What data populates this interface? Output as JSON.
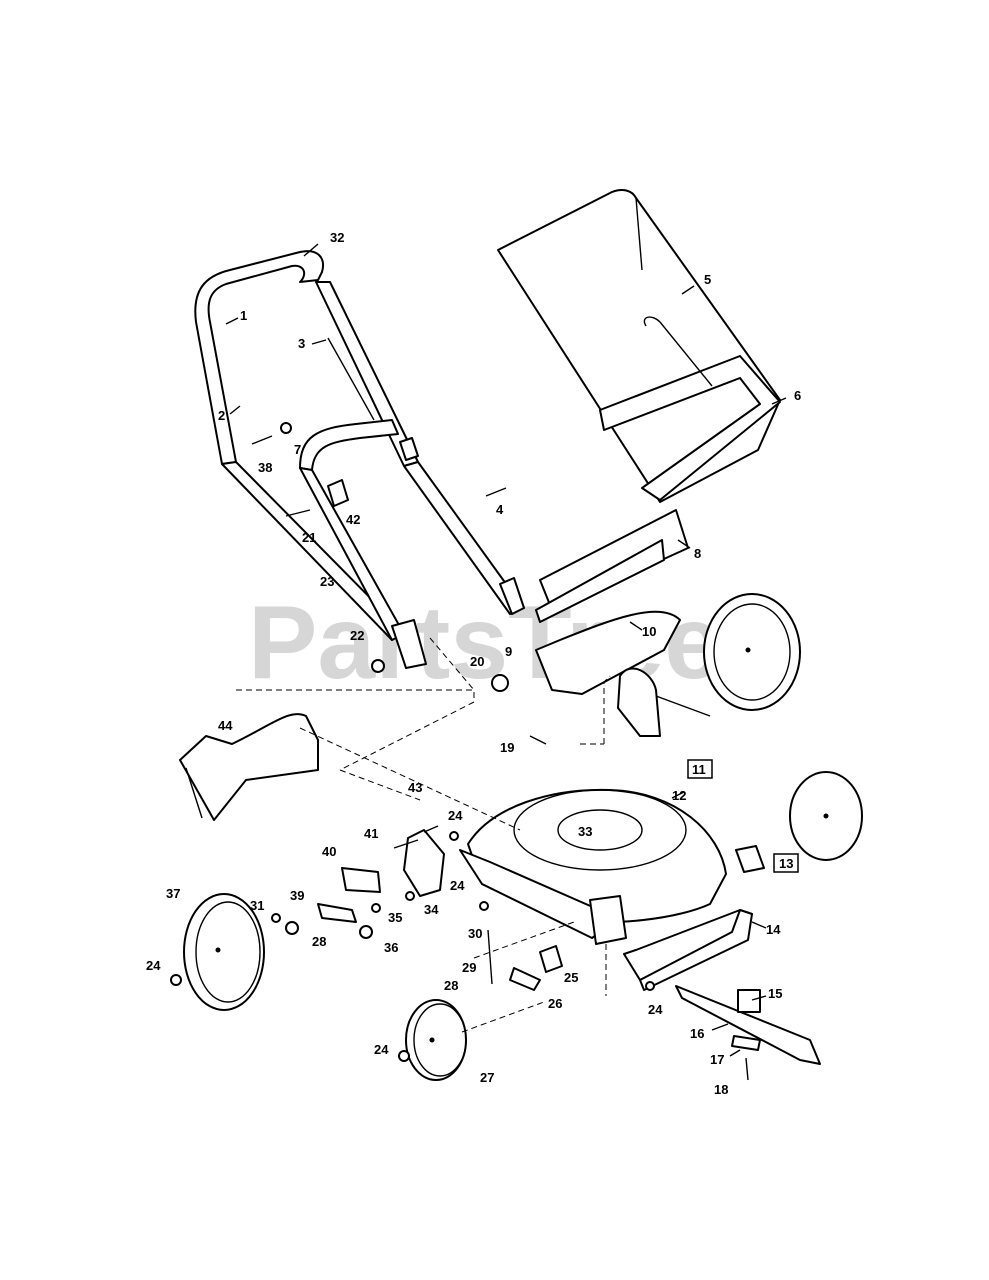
{
  "watermark": "PartsTree",
  "callouts": [
    "1",
    "2",
    "3",
    "4",
    "5",
    "6",
    "7",
    "8",
    "9",
    "10",
    "11",
    "12",
    "13",
    "14",
    "15",
    "16",
    "17",
    "18",
    "19",
    "20",
    "21",
    "22",
    "23",
    "24",
    "25",
    "26",
    "27",
    "28",
    "29",
    "30",
    "31",
    "32",
    "33",
    "34",
    "35",
    "36",
    "37",
    "38",
    "39",
    "40",
    "41",
    "42",
    "43",
    "44"
  ],
  "boxed_callouts": [
    "11",
    "13"
  ]
}
